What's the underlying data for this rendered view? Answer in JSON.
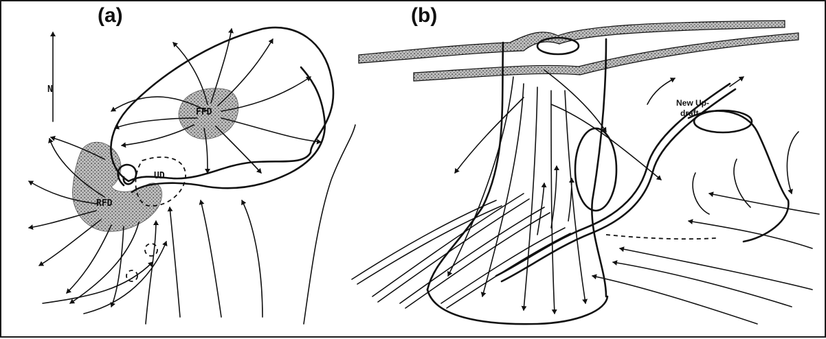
{
  "panels": {
    "a": {
      "label": "(a)",
      "north_label": "N",
      "ffd_label": "FFD",
      "rfd_label": "RFD",
      "ud_label": "UD"
    },
    "b": {
      "label": "(b)",
      "new_updraft_label": "New Up-\ndraft"
    }
  },
  "colors": {
    "ink": "#111111",
    "stipple": "#8a8a8a",
    "background": "#ffffff"
  }
}
